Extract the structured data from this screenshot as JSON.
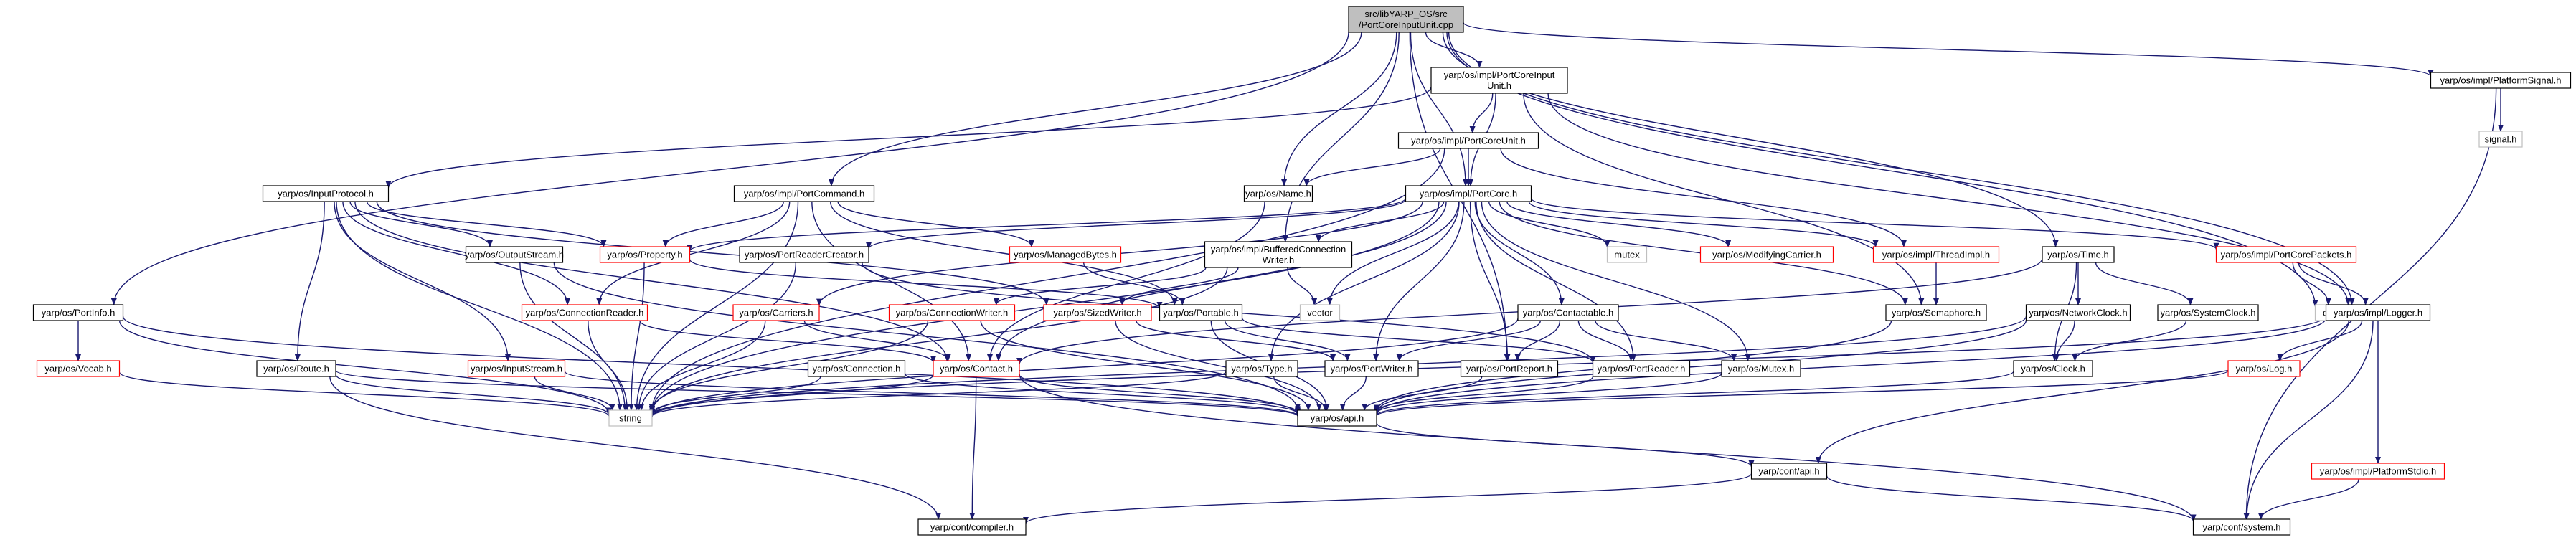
{
  "diagram": {
    "colors": {
      "edge": "#191970",
      "node_border_black": "#000000",
      "node_border_red": "#ff0000",
      "node_border_gray": "#bfbfbf",
      "root_fill": "#bfbfbf",
      "text": "#000000"
    },
    "nodes": [
      {
        "id": "root",
        "lines": [
          "src/libYARP_OS/src",
          "/PortCoreInputUnit.cpp"
        ],
        "style": "root"
      },
      {
        "id": "pcin",
        "lines": [
          "yarp/os/impl/PortCoreInput",
          "Unit.h"
        ],
        "style": "normal"
      },
      {
        "id": "psig",
        "lines": [
          "yarp/os/impl/PlatformSignal.h"
        ],
        "style": "normal"
      },
      {
        "id": "signal",
        "lines": [
          "signal.h"
        ],
        "style": "gray"
      },
      {
        "id": "pcunit",
        "lines": [
          "yarp/os/impl/PortCoreUnit.h"
        ],
        "style": "normal"
      },
      {
        "id": "inproto",
        "lines": [
          "yarp/os/InputProtocol.h"
        ],
        "style": "normal"
      },
      {
        "id": "pcmd",
        "lines": [
          "yarp/os/impl/PortCommand.h"
        ],
        "style": "normal"
      },
      {
        "id": "name",
        "lines": [
          "yarp/os/Name.h"
        ],
        "style": "normal"
      },
      {
        "id": "pcore",
        "lines": [
          "yarp/os/impl/PortCore.h"
        ],
        "style": "normal"
      },
      {
        "id": "outstream",
        "lines": [
          "yarp/os/OutputStream.h"
        ],
        "style": "normal"
      },
      {
        "id": "property",
        "lines": [
          "yarp/os/Property.h"
        ],
        "style": "red"
      },
      {
        "id": "managed",
        "lines": [
          "yarp/os/ManagedBytes.h"
        ],
        "style": "red"
      },
      {
        "id": "prc",
        "lines": [
          "yarp/os/PortReaderCreator.h"
        ],
        "style": "normal"
      },
      {
        "id": "bcw",
        "lines": [
          "yarp/os/impl/BufferedConnection",
          "Writer.h"
        ],
        "style": "normal"
      },
      {
        "id": "mutex",
        "lines": [
          "mutex"
        ],
        "style": "gray"
      },
      {
        "id": "modcarrier",
        "lines": [
          "yarp/os/ModifyingCarrier.h"
        ],
        "style": "red"
      },
      {
        "id": "threadimpl",
        "lines": [
          "yarp/os/impl/ThreadImpl.h"
        ],
        "style": "red"
      },
      {
        "id": "time",
        "lines": [
          "yarp/os/Time.h"
        ],
        "style": "normal"
      },
      {
        "id": "pcpackets",
        "lines": [
          "yarp/os/impl/PortCorePackets.h"
        ],
        "style": "red"
      },
      {
        "id": "portinfo",
        "lines": [
          "yarp/os/PortInfo.h"
        ],
        "style": "normal"
      },
      {
        "id": "connreader",
        "lines": [
          "yarp/os/ConnectionReader.h"
        ],
        "style": "red"
      },
      {
        "id": "carriers",
        "lines": [
          "yarp/os/Carriers.h"
        ],
        "style": "red"
      },
      {
        "id": "connwriter",
        "lines": [
          "yarp/os/ConnectionWriter.h"
        ],
        "style": "red"
      },
      {
        "id": "sizedwriter",
        "lines": [
          "yarp/os/SizedWriter.h"
        ],
        "style": "red"
      },
      {
        "id": "portable",
        "lines": [
          "yarp/os/Portable.h"
        ],
        "style": "normal"
      },
      {
        "id": "vector",
        "lines": [
          "vector"
        ],
        "style": "gray"
      },
      {
        "id": "contactable",
        "lines": [
          "yarp/os/Contactable.h"
        ],
        "style": "normal"
      },
      {
        "id": "semaphore",
        "lines": [
          "yarp/os/Semaphore.h"
        ],
        "style": "normal"
      },
      {
        "id": "netclock",
        "lines": [
          "yarp/os/NetworkClock.h"
        ],
        "style": "normal"
      },
      {
        "id": "sysclock",
        "lines": [
          "yarp/os/SystemClock.h"
        ],
        "style": "normal"
      },
      {
        "id": "cstdio",
        "lines": [
          "cstdio"
        ],
        "style": "gray"
      },
      {
        "id": "logger",
        "lines": [
          "yarp/os/impl/Logger.h"
        ],
        "style": "normal"
      },
      {
        "id": "vocab",
        "lines": [
          "yarp/os/Vocab.h"
        ],
        "style": "red"
      },
      {
        "id": "route",
        "lines": [
          "yarp/os/Route.h"
        ],
        "style": "normal"
      },
      {
        "id": "instream",
        "lines": [
          "yarp/os/InputStream.h"
        ],
        "style": "red"
      },
      {
        "id": "connection",
        "lines": [
          "yarp/os/Connection.h"
        ],
        "style": "normal"
      },
      {
        "id": "contact",
        "lines": [
          "yarp/os/Contact.h"
        ],
        "style": "red"
      },
      {
        "id": "type",
        "lines": [
          "yarp/os/Type.h"
        ],
        "style": "normal"
      },
      {
        "id": "portwriter",
        "lines": [
          "yarp/os/PortWriter.h"
        ],
        "style": "normal"
      },
      {
        "id": "portreport",
        "lines": [
          "yarp/os/PortReport.h"
        ],
        "style": "normal"
      },
      {
        "id": "portreader",
        "lines": [
          "yarp/os/PortReader.h"
        ],
        "style": "normal"
      },
      {
        "id": "mutexh",
        "lines": [
          "yarp/os/Mutex.h"
        ],
        "style": "normal"
      },
      {
        "id": "clock",
        "lines": [
          "yarp/os/Clock.h"
        ],
        "style": "normal"
      },
      {
        "id": "log",
        "lines": [
          "yarp/os/Log.h"
        ],
        "style": "red"
      },
      {
        "id": "string",
        "lines": [
          "string"
        ],
        "style": "gray"
      },
      {
        "id": "api",
        "lines": [
          "yarp/os/api.h"
        ],
        "style": "normal"
      },
      {
        "id": "confapi",
        "lines": [
          "yarp/conf/api.h"
        ],
        "style": "normal"
      },
      {
        "id": "pstdio",
        "lines": [
          "yarp/os/impl/PlatformStdio.h"
        ],
        "style": "red"
      },
      {
        "id": "compiler",
        "lines": [
          "yarp/conf/compiler.h"
        ],
        "style": "normal"
      },
      {
        "id": "system",
        "lines": [
          "yarp/conf/system.h"
        ],
        "style": "normal"
      }
    ],
    "edges": [
      [
        "root",
        "pcin"
      ],
      [
        "root",
        "psig"
      ],
      [
        "root",
        "pcmd"
      ],
      [
        "root",
        "name"
      ],
      [
        "root",
        "pcore"
      ],
      [
        "root",
        "bcw"
      ],
      [
        "root",
        "portinfo"
      ],
      [
        "root",
        "time"
      ],
      [
        "root",
        "cstdio"
      ],
      [
        "root",
        "logger"
      ],
      [
        "root",
        "portreport"
      ],
      [
        "psig",
        "signal"
      ],
      [
        "psig",
        "system"
      ],
      [
        "pcin",
        "pcunit"
      ],
      [
        "pcin",
        "pcore"
      ],
      [
        "pcin",
        "inproto"
      ],
      [
        "pcin",
        "semaphore"
      ],
      [
        "pcin",
        "logger"
      ],
      [
        "pcunit",
        "pcore"
      ],
      [
        "pcunit",
        "name"
      ],
      [
        "pcunit",
        "string"
      ],
      [
        "pcunit",
        "threadimpl"
      ],
      [
        "inproto",
        "outstream"
      ],
      [
        "inproto",
        "property"
      ],
      [
        "inproto",
        "connreader"
      ],
      [
        "inproto",
        "instream"
      ],
      [
        "inproto",
        "route"
      ],
      [
        "inproto",
        "string"
      ],
      [
        "inproto",
        "contact"
      ],
      [
        "inproto",
        "sizedwriter"
      ],
      [
        "pcmd",
        "portable"
      ],
      [
        "pcmd",
        "managed"
      ],
      [
        "pcmd",
        "property"
      ],
      [
        "pcmd",
        "string"
      ],
      [
        "pcmd",
        "connreader"
      ],
      [
        "pcmd",
        "contact"
      ],
      [
        "name",
        "contact"
      ],
      [
        "pcore",
        "prc"
      ],
      [
        "pcore",
        "bcw"
      ],
      [
        "pcore",
        "mutex"
      ],
      [
        "pcore",
        "modcarrier"
      ],
      [
        "pcore",
        "threadimpl"
      ],
      [
        "pcore",
        "pcpackets"
      ],
      [
        "pcore",
        "contactable"
      ],
      [
        "pcore",
        "semaphore"
      ],
      [
        "pcore",
        "vector"
      ],
      [
        "pcore",
        "property"
      ],
      [
        "pcore",
        "carriers"
      ],
      [
        "pcore",
        "contact"
      ],
      [
        "pcore",
        "portwriter"
      ],
      [
        "pcore",
        "portreport"
      ],
      [
        "pcore",
        "portreader"
      ],
      [
        "pcore",
        "mutexh"
      ],
      [
        "pcore",
        "string"
      ],
      [
        "pcore",
        "type"
      ],
      [
        "outstream",
        "api"
      ],
      [
        "outstream",
        "string"
      ],
      [
        "property",
        "string"
      ],
      [
        "property",
        "portable"
      ],
      [
        "managed",
        "portable"
      ],
      [
        "prc",
        "portreader"
      ],
      [
        "prc",
        "string"
      ],
      [
        "bcw",
        "connwriter"
      ],
      [
        "bcw",
        "sizedwriter"
      ],
      [
        "bcw",
        "vector"
      ],
      [
        "bcw",
        "string"
      ],
      [
        "threadimpl",
        "semaphore"
      ],
      [
        "time",
        "netclock"
      ],
      [
        "time",
        "sysclock"
      ],
      [
        "time",
        "clock"
      ],
      [
        "time",
        "contact"
      ],
      [
        "pcpackets",
        "logger"
      ],
      [
        "pcpackets",
        "cstdio"
      ],
      [
        "portinfo",
        "vocab"
      ],
      [
        "portinfo",
        "string"
      ],
      [
        "portinfo",
        "api"
      ],
      [
        "connreader",
        "string"
      ],
      [
        "connreader",
        "contact"
      ],
      [
        "carriers",
        "string"
      ],
      [
        "carriers",
        "contact"
      ],
      [
        "connwriter",
        "api"
      ],
      [
        "connwriter",
        "string"
      ],
      [
        "sizedwriter",
        "api"
      ],
      [
        "sizedwriter",
        "portwriter"
      ],
      [
        "portable",
        "portwriter"
      ],
      [
        "portable",
        "portreader"
      ],
      [
        "portable",
        "api"
      ],
      [
        "contactable",
        "portwriter"
      ],
      [
        "contactable",
        "portreport"
      ],
      [
        "contactable",
        "portreader"
      ],
      [
        "contactable",
        "mutexh"
      ],
      [
        "contactable",
        "string"
      ],
      [
        "semaphore",
        "api"
      ],
      [
        "netclock",
        "clock"
      ],
      [
        "netclock",
        "api"
      ],
      [
        "netclock",
        "string"
      ],
      [
        "sysclock",
        "clock"
      ],
      [
        "logger",
        "log"
      ],
      [
        "logger",
        "pstdio"
      ],
      [
        "logger",
        "confapi"
      ],
      [
        "logger",
        "system"
      ],
      [
        "logger",
        "string"
      ],
      [
        "logger",
        "api"
      ],
      [
        "vocab",
        "string"
      ],
      [
        "route",
        "string"
      ],
      [
        "route",
        "compiler"
      ],
      [
        "route",
        "api"
      ],
      [
        "instream",
        "string"
      ],
      [
        "instream",
        "api"
      ],
      [
        "connection",
        "string"
      ],
      [
        "connection",
        "api"
      ],
      [
        "contact",
        "string"
      ],
      [
        "contact",
        "api"
      ],
      [
        "contact",
        "compiler"
      ],
      [
        "contact",
        "system"
      ],
      [
        "type",
        "string"
      ],
      [
        "type",
        "api"
      ],
      [
        "portwriter",
        "api"
      ],
      [
        "portreport",
        "api"
      ],
      [
        "portreader",
        "api"
      ],
      [
        "mutexh",
        "api"
      ],
      [
        "clock",
        "api"
      ],
      [
        "log",
        "api"
      ],
      [
        "api",
        "confapi"
      ],
      [
        "confapi",
        "compiler"
      ],
      [
        "confapi",
        "system"
      ],
      [
        "pstdio",
        "system"
      ]
    ]
  }
}
